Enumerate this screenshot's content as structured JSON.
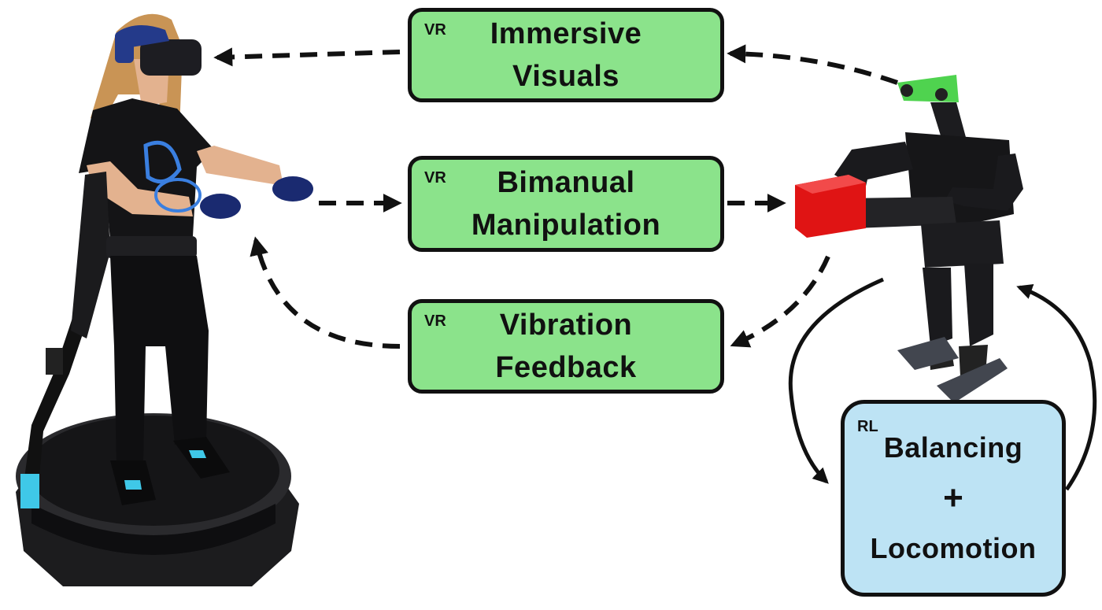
{
  "boxes": {
    "immersive": {
      "tag": "VR",
      "line1": "Immersive",
      "line2": "Visuals"
    },
    "bimanual": {
      "tag": "VR",
      "line1": "Bimanual",
      "line2": "Manipulation"
    },
    "vibration": {
      "tag": "VR",
      "line1": "Vibration",
      "line2": "Feedback"
    },
    "rl": {
      "tag": "RL",
      "line1": "Balancing",
      "plus": "+",
      "line2": "Locomotion"
    }
  },
  "colors": {
    "vr_box": "#8be38b",
    "rl_box": "#bde3f4",
    "cube": "#e01414",
    "camera_mount": "#4fd34f",
    "treadmill_accent": "#3fc8e8",
    "arrow": "#111111"
  },
  "icons": [
    "vr-operator-figure",
    "omnidirectional-treadmill",
    "humanoid-robot",
    "red-cube",
    "stereo-camera"
  ]
}
